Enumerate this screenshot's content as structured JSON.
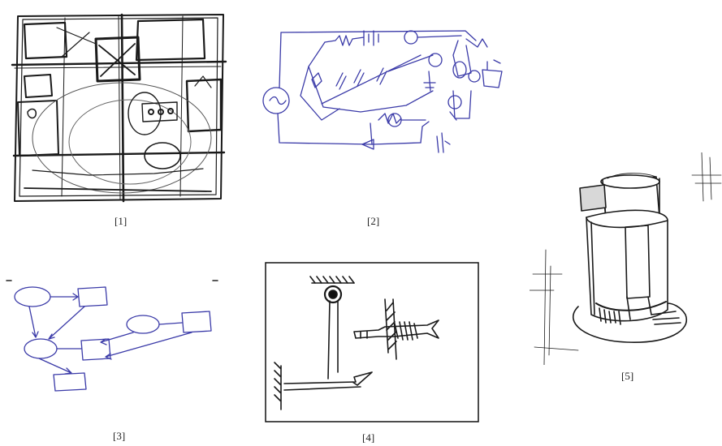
{
  "figure": {
    "captions": {
      "p1": "[1]",
      "p2": "[2]",
      "p3": "[3]",
      "p4": "[4]",
      "p5": "[5]"
    },
    "sketches": [
      {
        "id": "p1",
        "depicts": "machine-sketch",
        "ink": "#1a1a1a"
      },
      {
        "id": "p2",
        "depicts": "circuit-sketch",
        "ink": "#3a3aa8"
      },
      {
        "id": "p3",
        "depicts": "flow-diagram-sketch",
        "ink": "#3a3aa8"
      },
      {
        "id": "p4",
        "depicts": "mechanism-sketch",
        "ink": "#1a1a1a"
      },
      {
        "id": "p5",
        "depicts": "product-sketch",
        "ink": "#1a1a1a"
      }
    ]
  }
}
